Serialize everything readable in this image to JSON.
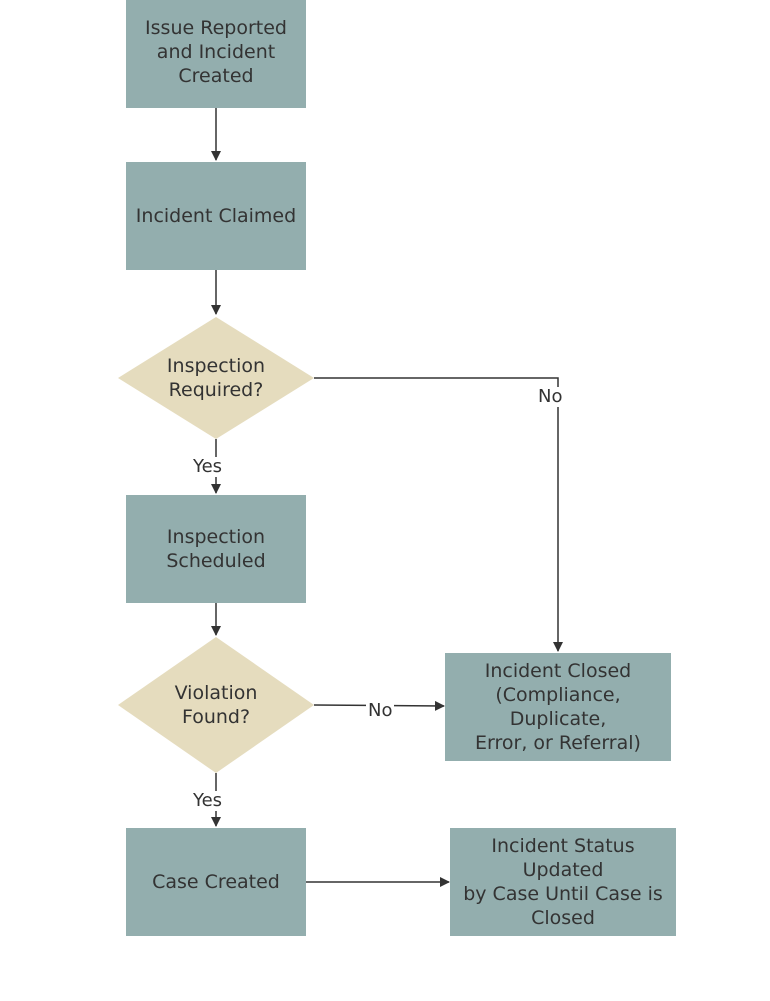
{
  "colors": {
    "process_fill": "#93aeae",
    "decision_fill": "#e5dcbe",
    "line": "#333333",
    "text": "#333333",
    "background": "#ffffff"
  },
  "nodes": {
    "issue_reported": [
      "Issue Reported",
      "and Incident",
      "Created"
    ],
    "incident_claimed": [
      "Incident Claimed"
    ],
    "inspection_required": [
      "Inspection",
      "Required?"
    ],
    "inspection_scheduled": [
      "Inspection",
      "Scheduled"
    ],
    "violation_found": [
      "Violation",
      "Found?"
    ],
    "case_created": [
      "Case Created"
    ],
    "incident_closed": [
      "Incident Closed",
      "(Compliance, Duplicate,",
      "Error, or Referral)"
    ],
    "status_updated": [
      "Incident Status Updated",
      "by Case Until Case is",
      "Closed"
    ]
  },
  "edge_labels": {
    "inspection_no": "No",
    "inspection_yes": "Yes",
    "violation_no": "No",
    "violation_yes": "Yes"
  }
}
